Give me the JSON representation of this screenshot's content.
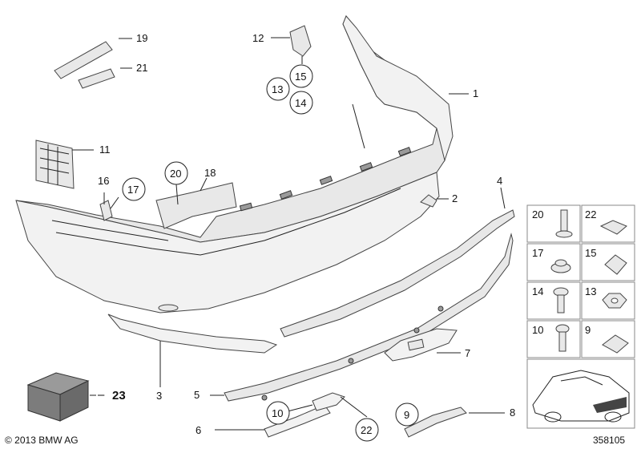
{
  "callouts": {
    "c1": "1",
    "c2": "2",
    "c3": "3",
    "c4": "4",
    "c5": "5",
    "c6": "6",
    "c7": "7",
    "c8": "8",
    "c9": "9",
    "c10": "10",
    "c11": "11",
    "c12": "12",
    "c13": "13",
    "c14": "14",
    "c15": "15",
    "c16": "16",
    "c17": "17",
    "c18": "18",
    "c19": "19",
    "c20": "20",
    "c21": "21",
    "c22": "22",
    "c23": "23"
  },
  "fastener_grid": {
    "r1a": "20",
    "r1b": "22",
    "r2a": "17",
    "r2b": "15",
    "r3a": "14",
    "r3b": "13",
    "r4a": "10",
    "r4b": "9"
  },
  "footer": {
    "copyright": "© 2013 BMW AG",
    "diagram_number": "358105"
  }
}
